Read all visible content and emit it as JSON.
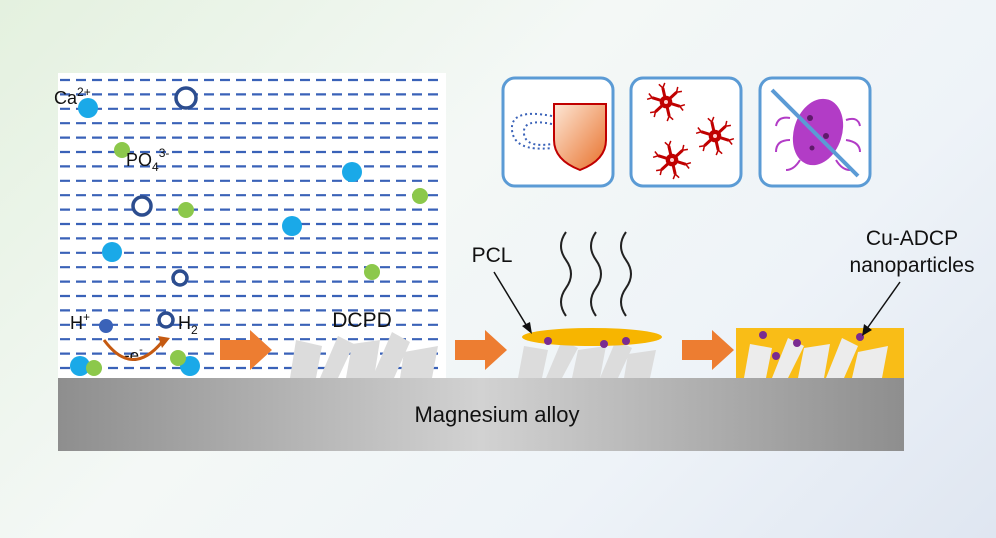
{
  "ions": {
    "calcium": {
      "base": "Ca",
      "sup": "2+"
    },
    "phosphate": {
      "base": "PO",
      "sub": "4",
      "sup": "3-"
    },
    "proton": {
      "base": "H",
      "sup": "+"
    },
    "hydrogen": {
      "base": "H",
      "sub": "2"
    },
    "electron": {
      "base": "-e",
      "sup": "-"
    }
  },
  "labels": {
    "dcpd": "DCPD",
    "pcl": "PCL",
    "nanoparticles_line1": "Cu-ADCP",
    "nanoparticles_line2": "nanoparticles",
    "substrate": "Magnesium alloy"
  },
  "colors": {
    "dash": "#3a62b8",
    "ca_ion": "#1aa9e8",
    "po4_ion": "#8cc84b",
    "h2_ring": "#2c4d8f",
    "arrow": "#ed7d31",
    "crystal": "#dcdcdc",
    "pcl": "#f7b500",
    "coating": "#f9bd17",
    "cu": "#7a2c91",
    "panel_border": "#5b9bd5",
    "cell": "#c00000",
    "bacteria": "#b23cc6"
  },
  "panels": [
    {
      "icon": "shield-icon"
    },
    {
      "icon": "cell-icon"
    },
    {
      "icon": "bacteria-crossed-icon"
    }
  ]
}
